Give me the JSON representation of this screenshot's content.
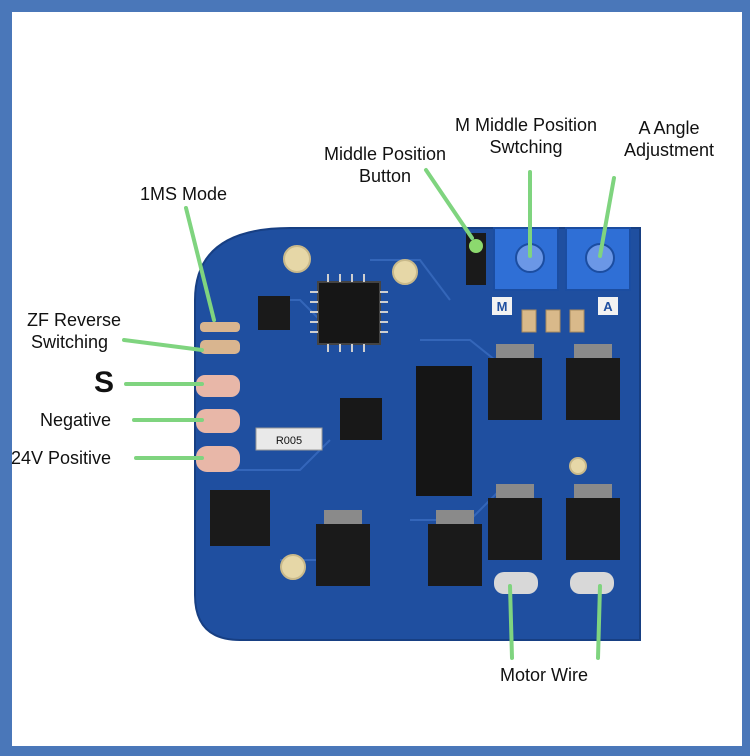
{
  "labels": {
    "mode_1ms": "1MS Mode",
    "zf_reverse_line1": "ZF Reverse",
    "zf_reverse_line2": "Switching",
    "signal_s": "S",
    "negative": "Negative",
    "positive_24v": "24V Positive",
    "middle_position_button_line1": "Middle Position",
    "middle_position_button_line2": "Button",
    "m_middle_position_line1": "M Middle Position",
    "m_middle_position_line2": "Swtching",
    "a_angle_line1": "A Angle",
    "a_angle_line2": "Adjustment",
    "motor_wire": "Motor Wire"
  },
  "board_text": {
    "m_marker": "M",
    "a_marker": "A",
    "resistor_code": "R005"
  },
  "colors": {
    "frame_blue": "#4a77b9",
    "pcb_blue": "#1f4fa0",
    "pointer_green": "#7fd47f",
    "component_black": "#1a1a1a",
    "trimpot_blue": "#2f6fd6"
  }
}
